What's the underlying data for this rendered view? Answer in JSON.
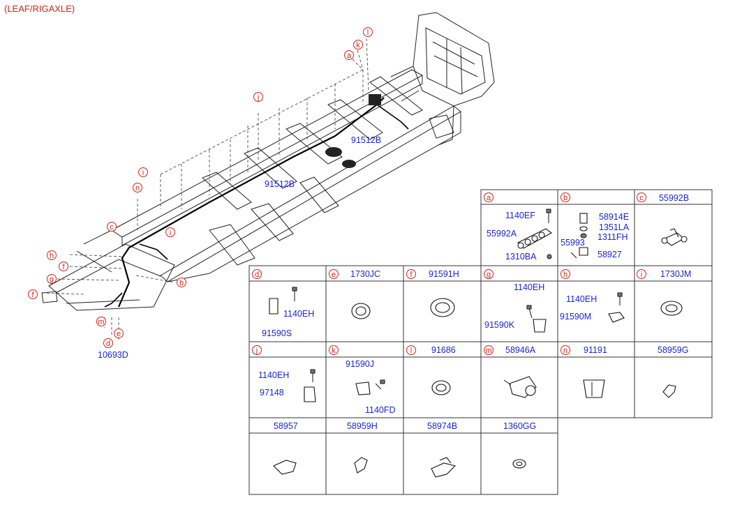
{
  "title": "(LEAF/RIGAXLE)",
  "diagram_callouts": {
    "a": "a",
    "k": "k",
    "l": "l",
    "j": "j",
    "i": "i",
    "n": "n",
    "c": "c",
    "h": "h",
    "f": "f",
    "g": "g",
    "m": "m",
    "d": "d",
    "e": "e",
    "b": "b"
  },
  "diagram_labels": {
    "harness_upper": "91512B",
    "harness_lower": "91512B",
    "bottom": "10693D"
  },
  "parts_table": [
    {
      "letter": "a",
      "title": "",
      "labels": [
        "1140EF",
        "55992A",
        "1310BA"
      ]
    },
    {
      "letter": "b",
      "title": "",
      "labels": [
        "58914E",
        "1351LA",
        "1311FH",
        "55993",
        "58927"
      ]
    },
    {
      "letter": "c",
      "title": "55992B",
      "labels": []
    },
    {
      "letter": "d",
      "title": "",
      "labels": [
        "1140EH",
        "91590S"
      ]
    },
    {
      "letter": "e",
      "title": "1730JC",
      "labels": []
    },
    {
      "letter": "f",
      "title": "91591H",
      "labels": []
    },
    {
      "letter": "g",
      "title": "",
      "labels": [
        "1140EH",
        "91590K"
      ]
    },
    {
      "letter": "h",
      "title": "",
      "labels": [
        "1140EH",
        "91590M"
      ]
    },
    {
      "letter": "i",
      "title": "1730JM",
      "labels": []
    },
    {
      "letter": "j",
      "title": "",
      "labels": [
        "1140EH",
        "97148"
      ]
    },
    {
      "letter": "k",
      "title": "",
      "labels": [
        "91590J",
        "1140FD"
      ]
    },
    {
      "letter": "l",
      "title": "91686",
      "labels": []
    },
    {
      "letter": "m",
      "title": "58946A",
      "labels": []
    },
    {
      "letter": "n",
      "title": "91191",
      "labels": []
    },
    {
      "letter": "",
      "title": "58959G",
      "labels": []
    },
    {
      "letter": "",
      "title": "58957",
      "labels": []
    },
    {
      "letter": "",
      "title": "58959H",
      "labels": []
    },
    {
      "letter": "",
      "title": "58974B",
      "labels": []
    },
    {
      "letter": "",
      "title": "1360GG",
      "labels": []
    }
  ]
}
